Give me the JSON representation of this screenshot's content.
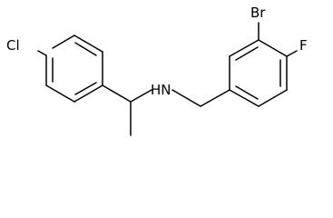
{
  "molecule": {
    "atoms": {
      "cl": {
        "label": "Cl"
      },
      "nh": {
        "label": "HN"
      },
      "br": {
        "label": "Br"
      },
      "f": {
        "label": "F"
      }
    }
  }
}
